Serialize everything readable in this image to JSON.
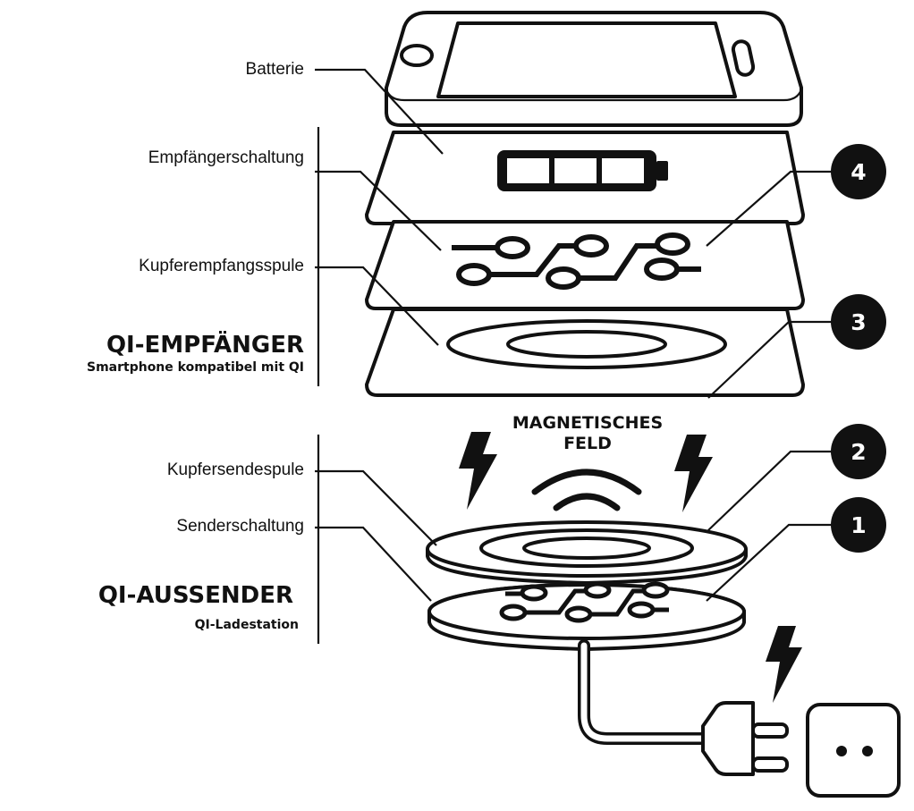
{
  "labels": {
    "batterie": "Batterie",
    "empfaengerschaltung": "Empfängerschaltung",
    "kupferempfangsspule": "Kupferempfangsspule",
    "kupfersendespule": "Kupfersendespule",
    "senderschaltung": "Senderschaltung"
  },
  "receiver": {
    "title": "QI-EMPFÄNGER",
    "subtitle": "Smartphone kompatibel mit QI"
  },
  "transmitter": {
    "title": "QI-AUSSENDER",
    "subtitle": "QI-Ladestation"
  },
  "field": {
    "line1": "MAGNETISCHES",
    "line2": "FELD"
  },
  "badges": [
    "1",
    "2",
    "3",
    "4"
  ]
}
